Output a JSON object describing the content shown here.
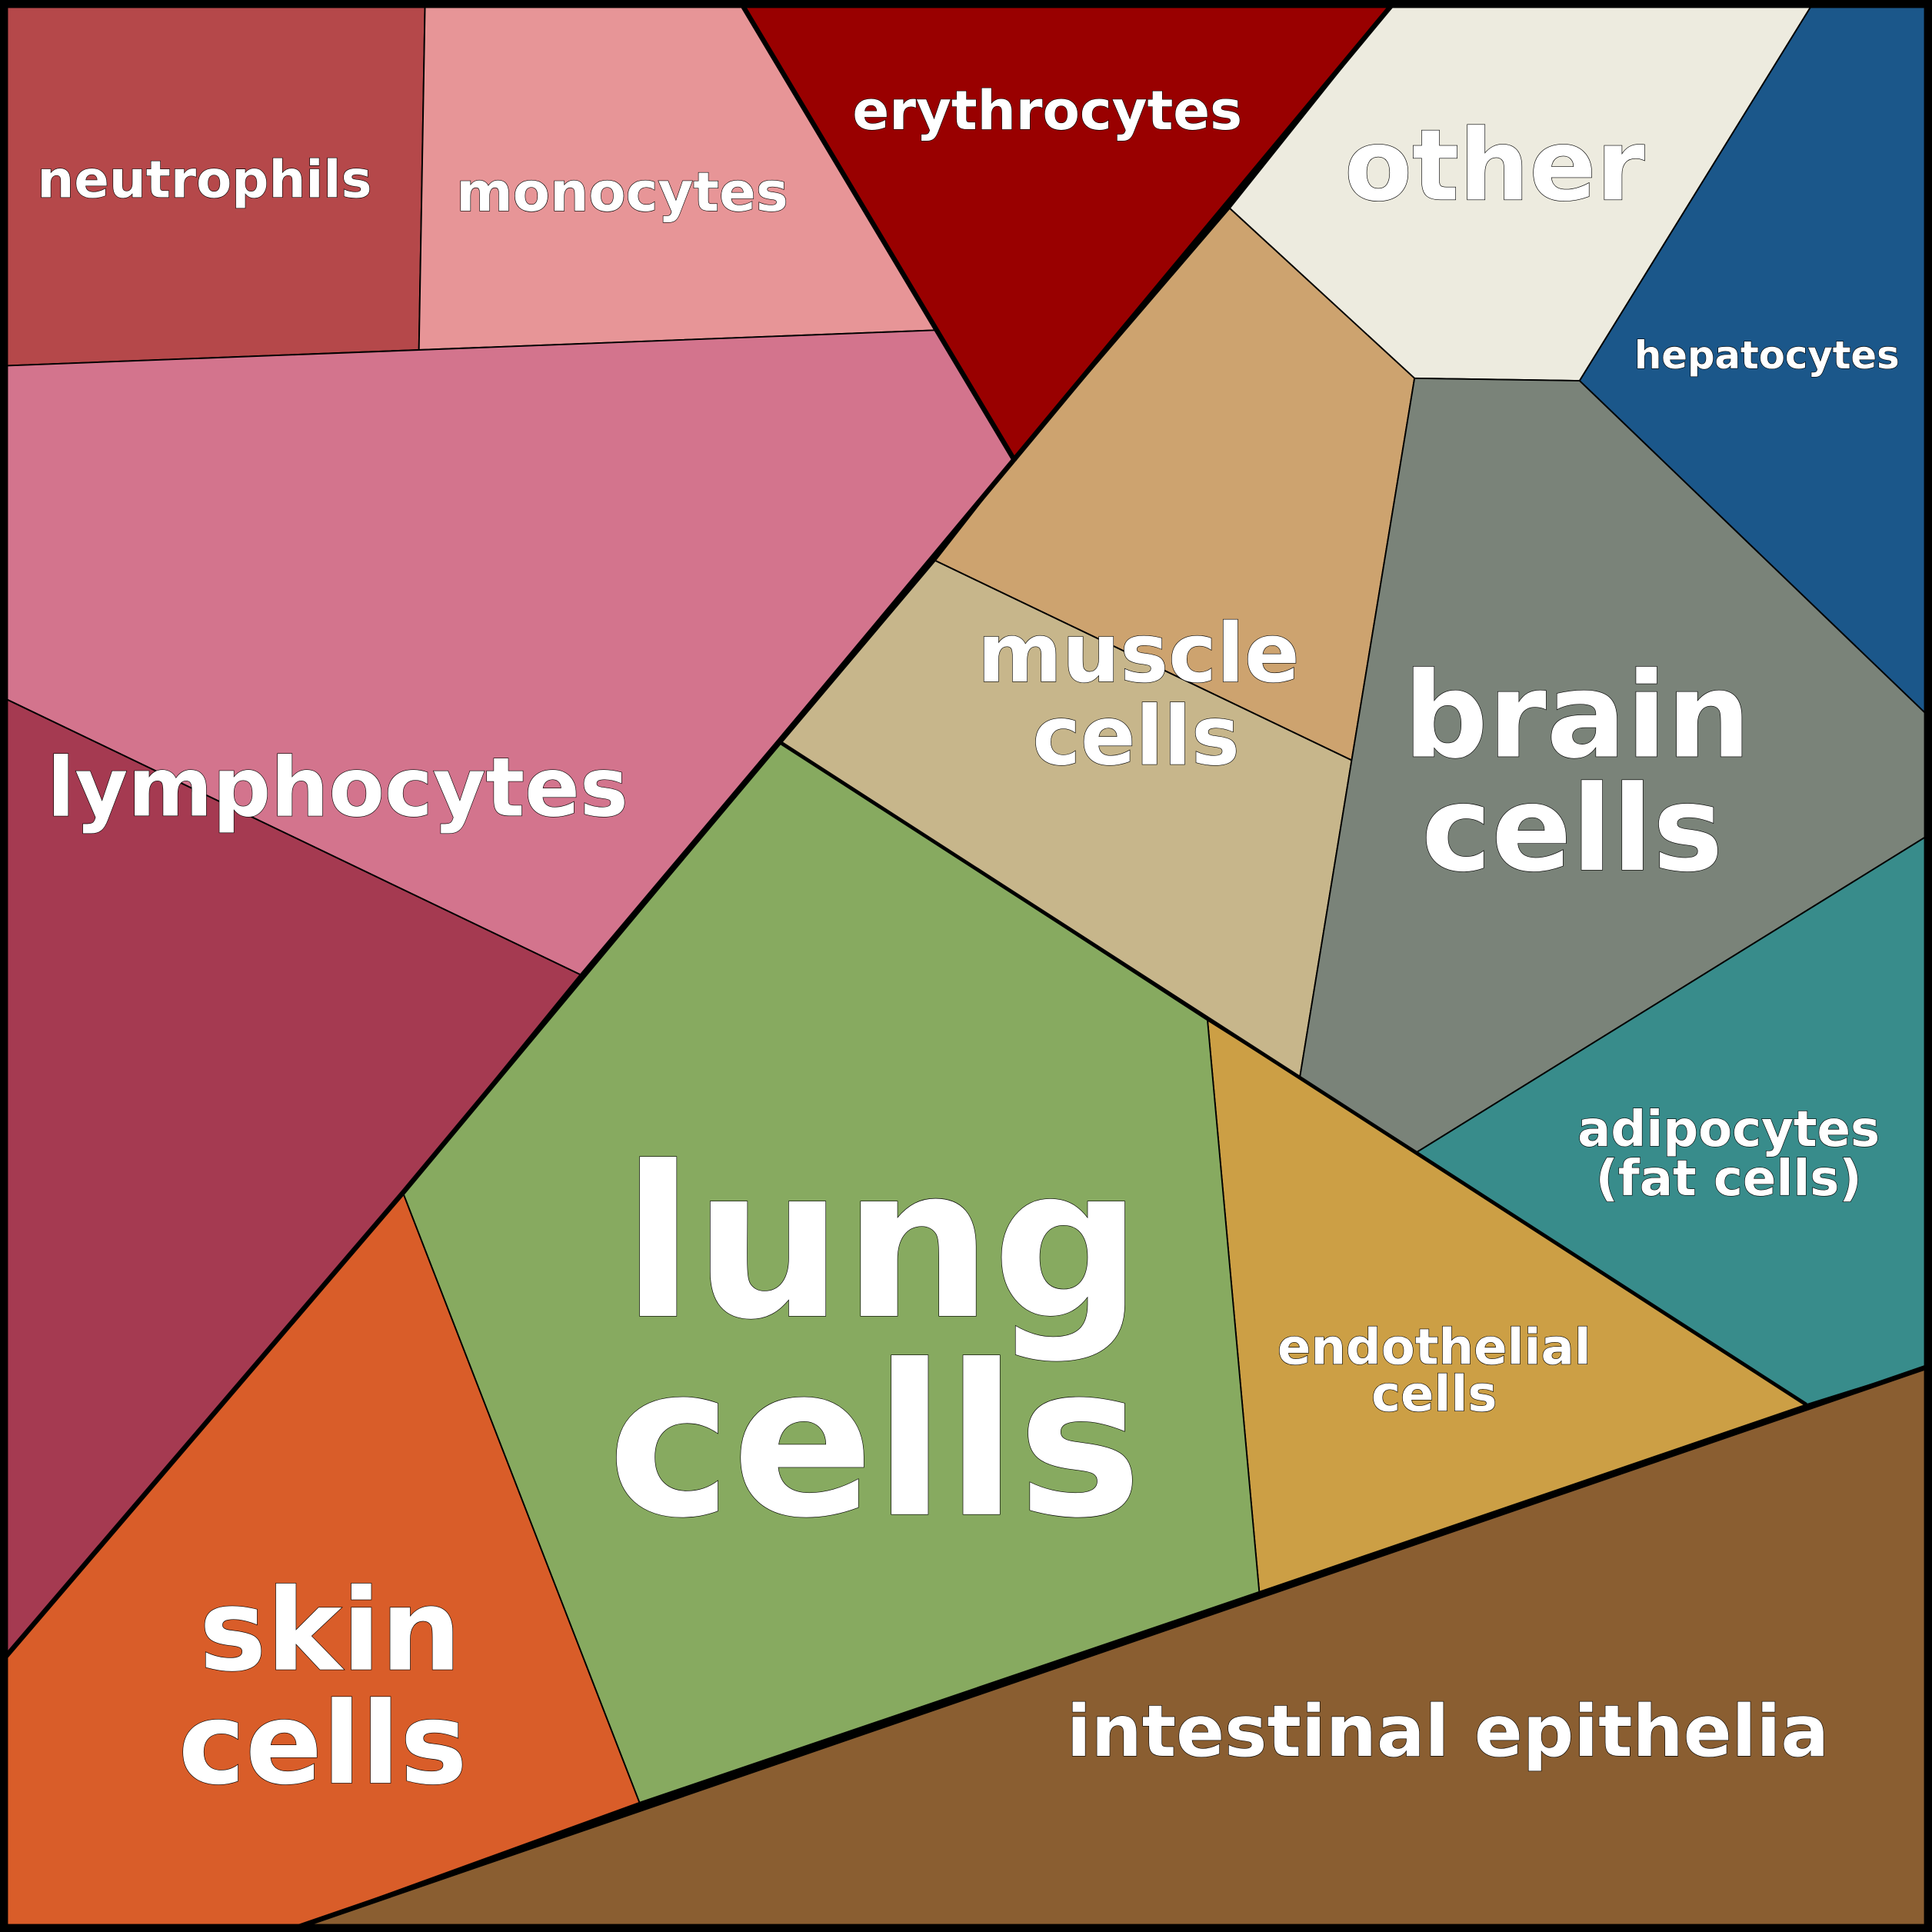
{
  "title": "Cell types in the human body",
  "regions": [
    {
      "id": "neutrophils",
      "label": [
        "neutrophils"
      ],
      "color": "#b5484a"
    },
    {
      "id": "monocytes",
      "label": [
        "monocytes"
      ],
      "color": "#e79597"
    },
    {
      "id": "erythrocytes",
      "label": [
        "erythrocytes"
      ],
      "color": "#990000"
    },
    {
      "id": "other",
      "label": [
        "other"
      ],
      "color": "#edebdf"
    },
    {
      "id": "hepatocytes",
      "label": [
        "hepatocytes"
      ],
      "color": "#1b578a"
    },
    {
      "id": "lymphocytes",
      "label": [
        "lymphocytes"
      ],
      "color": "#d3748d",
      "color2": "#a53a51"
    },
    {
      "id": "muscle",
      "label": [
        "muscle",
        "cells"
      ],
      "color": "#cda36f",
      "color2": "#c7b68b"
    },
    {
      "id": "brain",
      "label": [
        "brain",
        "cells"
      ],
      "color": "#7a8379"
    },
    {
      "id": "adipocytes",
      "label": [
        "adipocytes",
        "(fat cells)"
      ],
      "color": "#388c8b"
    },
    {
      "id": "endothelial",
      "label": [
        "endothelial",
        "cells"
      ],
      "color": "#cc9f45"
    },
    {
      "id": "lung",
      "label": [
        "lung",
        "cells"
      ],
      "color": "#87aa60"
    },
    {
      "id": "skin",
      "label": [
        "skin",
        "cells"
      ],
      "color": "#d95d29"
    },
    {
      "id": "intestinal",
      "label": [
        "intestinal epithelia"
      ],
      "color": "#8a5e31"
    }
  ]
}
